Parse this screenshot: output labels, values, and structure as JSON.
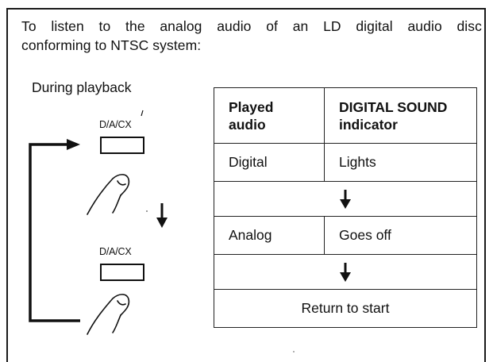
{
  "heading": {
    "line1": "To listen to the analog audio of an LD digital audio disc",
    "line2": "conforming to NTSC system:"
  },
  "context_label": "During playback",
  "buttons": [
    {
      "label": "D/A/CX"
    },
    {
      "label": "D/A/CX"
    }
  ],
  "table": {
    "headers": [
      "Played audio",
      "DIGITAL SOUND indicator"
    ],
    "header_lines": [
      [
        "Played",
        "audio"
      ],
      [
        "DIGITAL SOUND",
        "indicator"
      ]
    ],
    "rows": [
      {
        "played": "Digital",
        "indicator": "Lights"
      },
      {
        "played": "Analog",
        "indicator": "Goes off"
      }
    ],
    "footer": "Return to start"
  },
  "icons": [
    "arrow-down-icon",
    "finger-press-icon",
    "loop-arrow-icon"
  ]
}
